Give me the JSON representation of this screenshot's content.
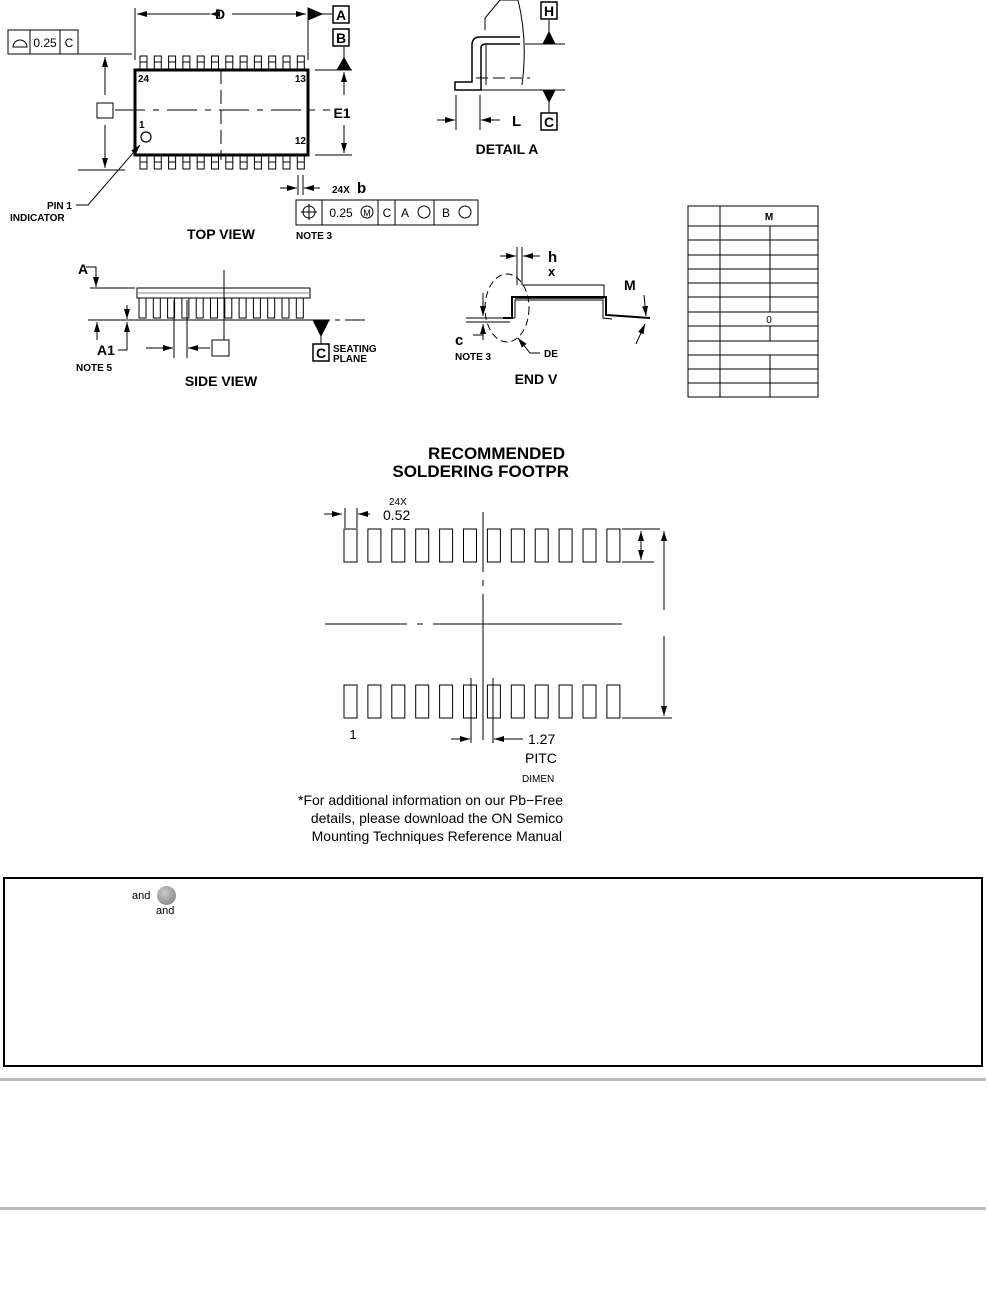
{
  "top_view": {
    "title": "TOP VIEW",
    "dim_d": "D",
    "dim_e1": "E1",
    "datum_a": "A",
    "datum_b": "B",
    "pin_24": "24",
    "pin_13": "13",
    "pin_1": "1",
    "pin_12": "12",
    "pin1_indicator_line1": "PIN 1",
    "pin1_indicator_line2": "INDICATOR",
    "profile_tol": "0.25",
    "profile_datum": "C",
    "lead_width": "24X",
    "lead_width_sym": "b",
    "pos_tol": "0.25",
    "pos_mod": "M",
    "pos_datum_c": "C",
    "pos_datum_a": "A",
    "pos_datum_b": "B",
    "note": "NOTE 3"
  },
  "detail_a": {
    "title": "DETAIL A",
    "datum_h": "H",
    "datum_c": "C",
    "dim_l": "L"
  },
  "side_view": {
    "title": "SIDE VIEW",
    "dim_a": "A",
    "dim_a1": "A1",
    "note": "NOTE 5",
    "datum_c": "C",
    "seating_1": "SEATING",
    "seating_2": "PLANE"
  },
  "end_view": {
    "title": "END V",
    "dim_h": "h",
    "dim_x": "x",
    "dim_m": "M",
    "dim_c": "c",
    "note": "NOTE 3",
    "detail": "DE"
  },
  "dim_table": {
    "header": "M",
    "zero": "0"
  },
  "footprint": {
    "title_1": "RECOMMENDED",
    "title_2": "SOLDERING FOOTPR",
    "pad_count_label": "24X",
    "pad_width": "0.52",
    "pin_one": "1",
    "pitch_value": "1.27",
    "pitch_label": "PITC",
    "dimension_label": "DIMEN",
    "pads_per_row": 12,
    "footnote_1": "*For additional information on our Pb−Free",
    "footnote_2": "details, please download the ON Semico",
    "footnote_3": "Mounting Techniques Reference Manual"
  },
  "disclaimer": {
    "and_1": "and",
    "and_2": "and",
    "logo": "ON"
  }
}
